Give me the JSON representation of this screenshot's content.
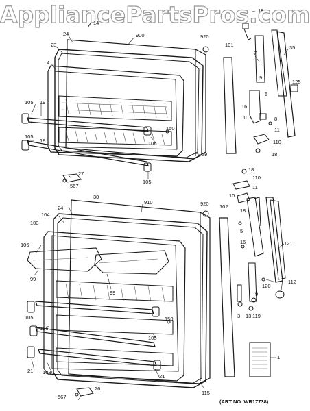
{
  "watermark": "AppliancePartsPros.com",
  "art_number": "(ART NO. WR17738)",
  "labels": {
    "l18a": "18",
    "l14": "14",
    "l900": "900",
    "l24a": "24",
    "l920a": "920",
    "l101": "101",
    "l23": "23",
    "l4": "4",
    "l7": "7",
    "l35": "35",
    "l9a": "9",
    "l5a": "5",
    "l125": "125",
    "l16a": "16",
    "l10a": "10",
    "l8": "8",
    "l11a": "11",
    "l110a": "110",
    "l18b": "18",
    "l105a": "105",
    "l19": "19",
    "l105b": "105",
    "l18c": "18",
    "l150a": "150",
    "l105c": "105",
    "l29": "29",
    "l27": "27",
    "l567a": "567",
    "l105d": "105",
    "l18d": "18",
    "l110b": "110",
    "l11b": "11",
    "l30": "30",
    "l910": "910",
    "l920b": "920",
    "l24b": "24",
    "l10b": "10",
    "l104": "104",
    "l103": "103",
    "l102": "102",
    "l5b": "5",
    "l106": "106",
    "l18e": "18",
    "l16b": "16",
    "l121": "121",
    "l99a": "99",
    "l99b": "99",
    "l120": "120",
    "l112": "112",
    "l9b": "9",
    "l105e": "105",
    "l126": "126",
    "l3": "3",
    "l13": "13",
    "l119": "119",
    "l150b": "150",
    "l105f": "105",
    "l21a": "21",
    "l108": "108",
    "l21b": "21",
    "l1": "1",
    "l26": "26",
    "l567b": "567",
    "l115": "115"
  }
}
